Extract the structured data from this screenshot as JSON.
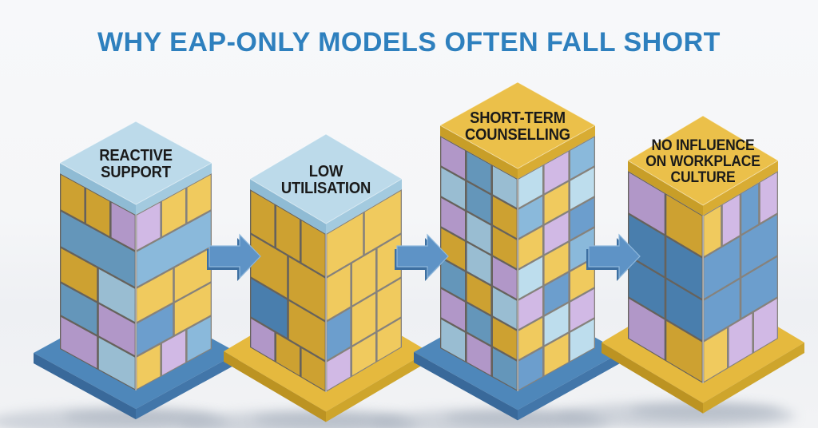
{
  "title": {
    "text": "WHY EAP-ONLY MODELS OFTEN FALL SHORT",
    "color": "#2E80BE"
  },
  "background_color": "#F5F6F8",
  "label_text_color": "#1A1A1A",
  "palette": {
    "Y": {
      "l": "#DDAE35",
      "r": "#EFC54F"
    },
    "B": {
      "l": "#6CA2C9",
      "r": "#7FB2D8"
    },
    "S": {
      "l": "#A5CCE2",
      "r": "#B7DAEC"
    },
    "P": {
      "l": "#BFA3D8",
      "r": "#CDB3E3"
    },
    "D": {
      "l": "#4F88BB",
      "r": "#5E95C8"
    }
  },
  "arrows": {
    "icon": "right-arrow-icon",
    "direction": "right",
    "count": 3,
    "fill": "#5E93C6",
    "bevel_dark": "#3D6FA1",
    "bevel_light": "#8FB8DC"
  },
  "towers": [
    {
      "id": "reactive-support",
      "label": "REACTIVE\nSUPPORT",
      "top": {
        "surface": "#BCDAEA",
        "left": "#8FBBD4",
        "right": "#A3CADF"
      },
      "base": {
        "surface": "#4E87BA",
        "left": "#39699A",
        "right": "#4276A9"
      },
      "left_rows": [
        [
          "Y",
          "Y",
          "P"
        ],
        [
          "B"
        ],
        [
          "Y",
          "S"
        ],
        [
          "B",
          "P"
        ],
        [
          "P",
          "S"
        ]
      ],
      "right_rows": [
        [
          "P",
          "Y",
          "Y"
        ],
        [
          "B"
        ],
        [
          "Y",
          "Y"
        ],
        [
          "D",
          "Y"
        ],
        [
          "Y",
          "P",
          "B"
        ]
      ]
    },
    {
      "id": "low-utilisation",
      "label": "LOW\nUTILISATION",
      "top": {
        "surface": "#BCDAEA",
        "left": "#8FBBD4",
        "right": "#A3CADF"
      },
      "base": {
        "surface": "#E5B93E",
        "left": "#BC9322",
        "right": "#CEA52C"
      },
      "left_rows": [
        [
          "Y",
          "Y",
          "Y"
        ],
        [
          "Y",
          "Y"
        ],
        [
          "D",
          "Y"
        ],
        [
          "P",
          "Y",
          "Y"
        ]
      ],
      "right_rows": [
        [
          "Y",
          "Y"
        ],
        [
          "Y",
          "Y",
          "Y"
        ],
        [
          "D",
          "Y",
          "Y"
        ],
        [
          "P",
          "Y",
          "Y"
        ]
      ]
    },
    {
      "id": "short-term-counselling",
      "label": "SHORT-TERM\nCOUNSELLING",
      "top": {
        "surface": "#EBC04A",
        "left": "#C89E28",
        "right": "#D8AC33"
      },
      "base": {
        "surface": "#4E87BA",
        "left": "#39699A",
        "right": "#4276A9"
      },
      "left_rows": [
        [
          "P",
          "B",
          "S"
        ],
        [
          "S",
          "B",
          "Y"
        ],
        [
          "P",
          "S",
          "Y"
        ],
        [
          "Y",
          "S",
          "P"
        ],
        [
          "B",
          "Y",
          "S"
        ],
        [
          "P",
          "B",
          "Y"
        ],
        [
          "S",
          "P",
          "B"
        ]
      ],
      "right_rows": [
        [
          "S",
          "P",
          "B"
        ],
        [
          "B",
          "Y",
          "S"
        ],
        [
          "Y",
          "P",
          "D"
        ],
        [
          "S",
          "Y",
          "B"
        ],
        [
          "P",
          "D",
          "Y"
        ],
        [
          "Y",
          "S",
          "P"
        ],
        [
          "D",
          "Y",
          "S"
        ]
      ]
    },
    {
      "id": "no-influence-on-workplace-culture",
      "label": "NO INFLUENCE\nON WORKPLACE\nCULTURE",
      "top": {
        "surface": "#EBC04A",
        "left": "#C89E28",
        "right": "#D8AC33"
      },
      "base": {
        "surface": "#E5B93E",
        "left": "#BC9322",
        "right": "#CEA52C"
      },
      "left_rows": [
        [
          "P",
          "Y"
        ],
        [
          "D",
          "D"
        ],
        [
          "D",
          "D"
        ],
        [
          "P",
          "Y"
        ]
      ],
      "right_rows": [
        [
          "Y",
          "P",
          "D",
          "P"
        ],
        [
          "D",
          "D"
        ],
        [
          "D",
          "D"
        ],
        [
          "Y",
          "P",
          "P"
        ]
      ]
    }
  ]
}
